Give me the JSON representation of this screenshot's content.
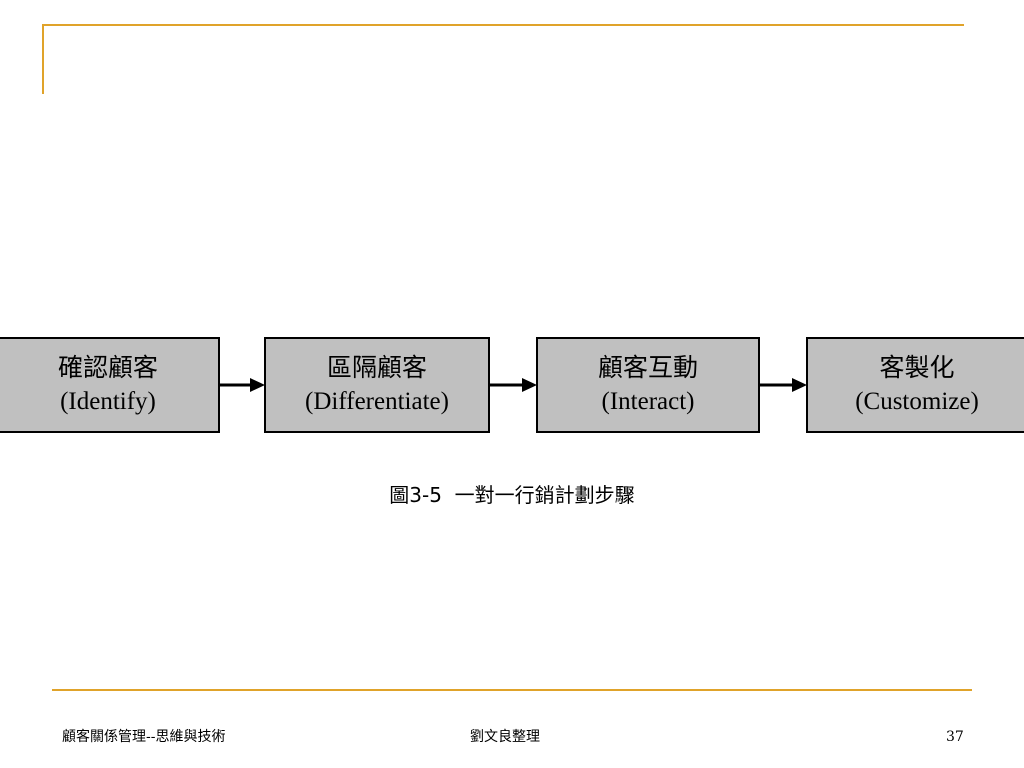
{
  "slide": {
    "accent_color": "#e0a32a",
    "box_fill": "#c0c0c0",
    "steps": [
      {
        "zh": "確認顧客",
        "en": "(Identify)"
      },
      {
        "zh": "區隔顧客",
        "en": "(Differentiate)"
      },
      {
        "zh": "顧客互動",
        "en": "(Interact)"
      },
      {
        "zh": "客製化",
        "en": "(Customize)"
      }
    ],
    "caption": "圖3-5  一對一行銷計劃步驟"
  },
  "footer": {
    "left": "顧客關係管理--思維與技術",
    "center": "劉文良整理",
    "page_number": "37"
  }
}
